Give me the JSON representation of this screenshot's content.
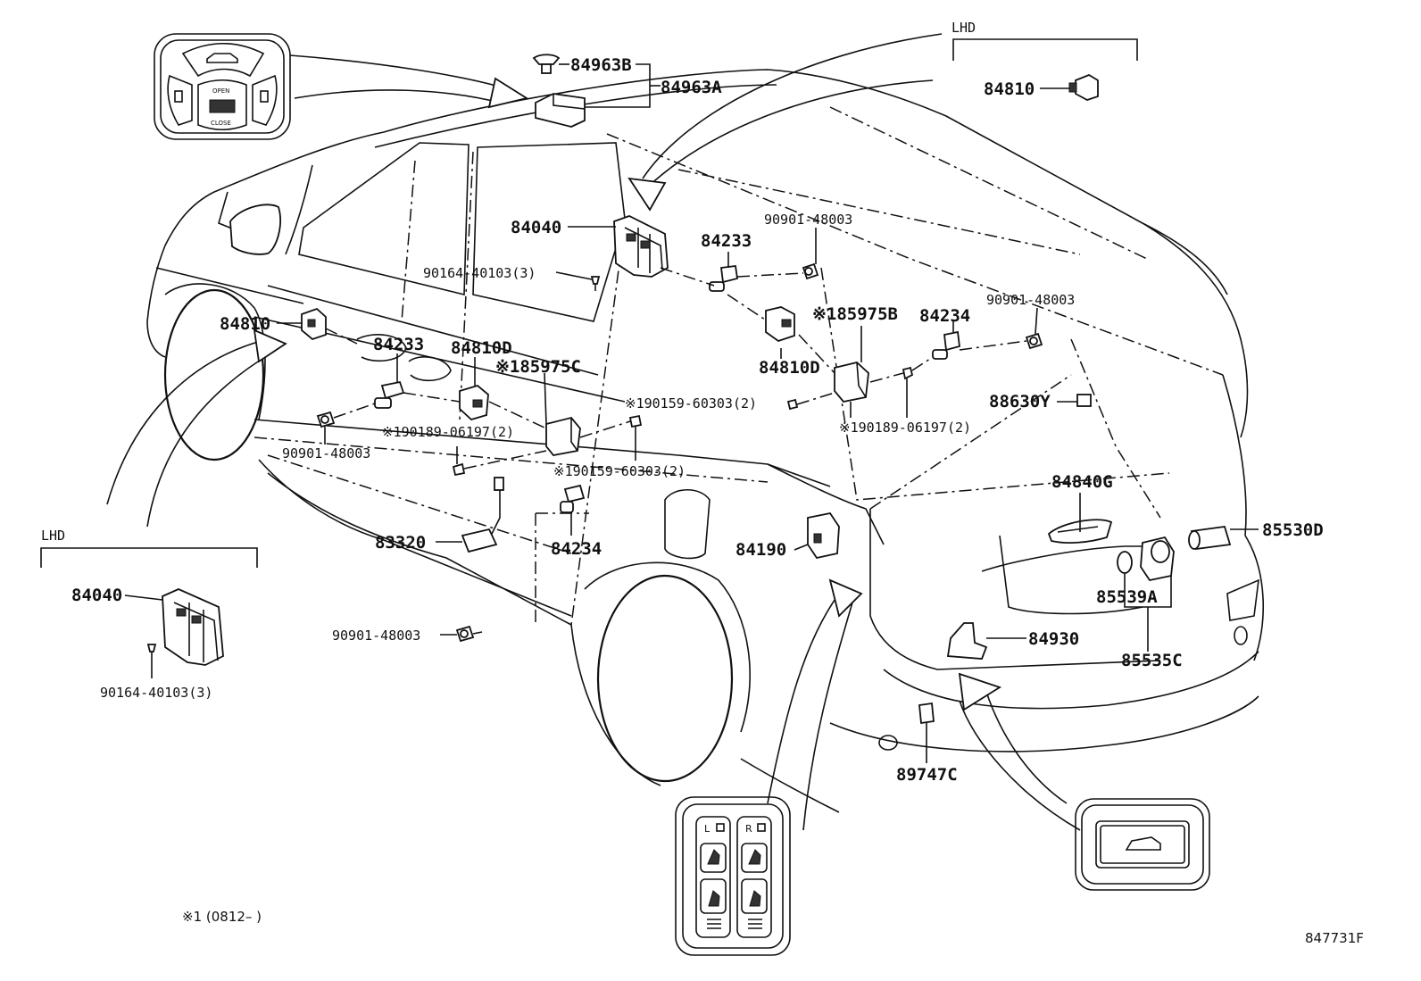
{
  "notes": {
    "lhd_top": "LHD",
    "lhd_left": "LHD",
    "footnote": "※1 (0812–   )",
    "diagram_id": "847731F"
  },
  "panel_labels": {
    "open": "OPEN",
    "close": "CLOSE",
    "left": "L",
    "right": "R"
  },
  "parts": {
    "p84963B": "84963B",
    "p84963A": "84963A",
    "p84810_lhd": "84810",
    "p84040": "84040",
    "p90164_top": "90164-40103(3)",
    "p84233_top": "84233",
    "p90901_top": "90901-48003",
    "p185975B": "※185975B",
    "p84234_right": "84234",
    "p90901_right": "90901-48003",
    "p84810D_right": "84810D",
    "p190159_right": "※190159-60303(2)",
    "p190189_right": "※190189-06197(2)",
    "p88630Y": "88630Y",
    "p84810_left": "84810",
    "p84233_left": "84233",
    "p84810D_left": "84810D",
    "p185975C": "※185975C",
    "p90901_left": "90901-48003",
    "p190189_left": "※190189-06197(2)",
    "p190159_left": "※190159-60303(2)",
    "p83320": "83320",
    "p84234_left": "84234",
    "p84190": "84190",
    "p84840G": "84840G",
    "p85530D": "85530D",
    "p85539A": "85539A",
    "p84930": "84930",
    "p85535C": "85535C",
    "p89747C": "89747C",
    "p84040_lhd": "84040",
    "p90164_lhd": "90164-40103(3)",
    "p90901_bottom": "90901-48003"
  }
}
